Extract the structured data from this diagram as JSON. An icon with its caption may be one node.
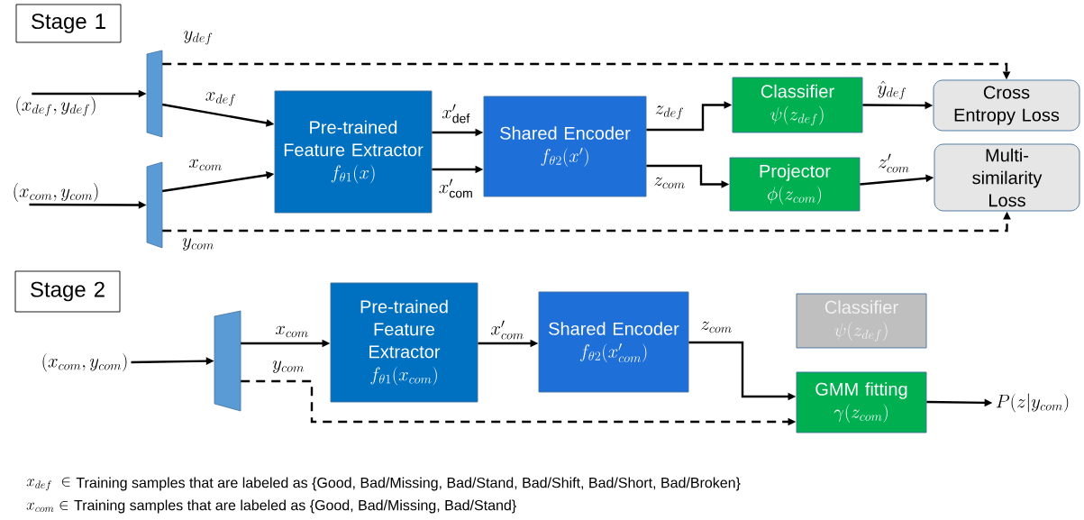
{
  "diagram": {
    "nodes": [
      {
        "text": [
          "Stage 1"
        ]
      },
      {
        "text": [
          "(x_{def},y_{def})"
        ]
      },
      {
        "text": [],
        "shape": "trapezoid"
      },
      {
        "text": [
          "(x_{com},y_{com})"
        ]
      },
      {
        "text": [],
        "shape": "trapezoid"
      },
      {
        "text": [
          "Pre-trained Feature Extractor",
          "f_{\\theta 1}(x)"
        ]
      },
      {
        "text": [
          "Shared Encoder",
          "f_{\\theta 2}(x')"
        ]
      },
      {
        "text": [
          "Classifier",
          "\\psi(z_{def})"
        ]
      },
      {
        "text": [
          "Projector",
          "\\phi(z_{com})"
        ]
      },
      {
        "text": [
          "Cross Entropy Loss"
        ]
      },
      {
        "text": [
          "Multi-similarity Loss"
        ]
      },
      {
        "text": [
          "Stage 2"
        ]
      },
      {
        "text": [
          "(x_{com},y_{com})"
        ]
      },
      {
        "text": [],
        "shape": "trapezoid"
      },
      {
        "text": [
          "Pre-trained Feature Extractor",
          "f_{\\theta 1}(x_{com})"
        ]
      },
      {
        "text": [
          "Shared Encoder",
          "f_{\\theta 2}(x'_{com})"
        ]
      },
      {
        "text": [
          "Classifier",
          "\\psi(z_{def})"
        ]
      },
      {
        "text": [
          "GMM fitting",
          "\\gamma(z_{com})"
        ]
      },
      {
        "text": [
          "P(z|y_{com})"
        ]
      }
    ],
    "edges": [
      {
        "from": 1,
        "to": 2,
        "arrow": "to"
      },
      {
        "from": 3,
        "to": 4,
        "arrow": "to"
      },
      {
        "from": 2,
        "to": 5,
        "arrow": "to",
        "label": "x_{def}"
      },
      {
        "from": 4,
        "to": 5,
        "arrow": "to",
        "label": "x_{com}"
      },
      {
        "from": 2,
        "to": 9,
        "arrow": "to",
        "label": "y_{def}",
        "style": "dashed"
      },
      {
        "from": 4,
        "to": 10,
        "arrow": "to",
        "label": "y_{com}",
        "style": "dashed"
      },
      {
        "from": 5,
        "to": 6,
        "arrow": "to",
        "label": "x'_{\\mathrm{def}}"
      },
      {
        "from": 5,
        "to": 6,
        "arrow": "to",
        "label": "x'_{\\mathrm{com}}"
      },
      {
        "from": 6,
        "to": 7,
        "arrow": "to",
        "label": "z_{def}"
      },
      {
        "from": 6,
        "to": 8,
        "arrow": "to",
        "label": "z_{com}"
      },
      {
        "from": 7,
        "to": 9,
        "arrow": "to",
        "label": "\\hat{y}_{def}"
      },
      {
        "from": 8,
        "to": 10,
        "arrow": "to",
        "label": "z'_{com}"
      },
      {
        "from": 12,
        "to": 13,
        "arrow": "to"
      },
      {
        "from": 13,
        "to": 14,
        "arrow": "to",
        "label": "x_{com}"
      },
      {
        "from": 13,
        "to": 17,
        "arrow": "to",
        "label": "y_{com}",
        "style": "dashed"
      },
      {
        "from": 14,
        "to": 15,
        "arrow": "to",
        "label": "x'_{com}"
      },
      {
        "from": 15,
        "to": 17,
        "arrow": "to",
        "label": "z_{com}"
      },
      {
        "from": 17,
        "to": 18,
        "arrow": "to"
      }
    ],
    "labels": [
      "x_{def}\\ \\in",
      "Training samples that are labeled as {Good, Bad/Missing, Bad/Stand, Bad/Shift, Bad/Short, Bad/Broken}",
      "x_{com} \\in",
      "Training samples that are labeled as {Good, Bad/Missing, Bad/Stand}"
    ]
  }
}
